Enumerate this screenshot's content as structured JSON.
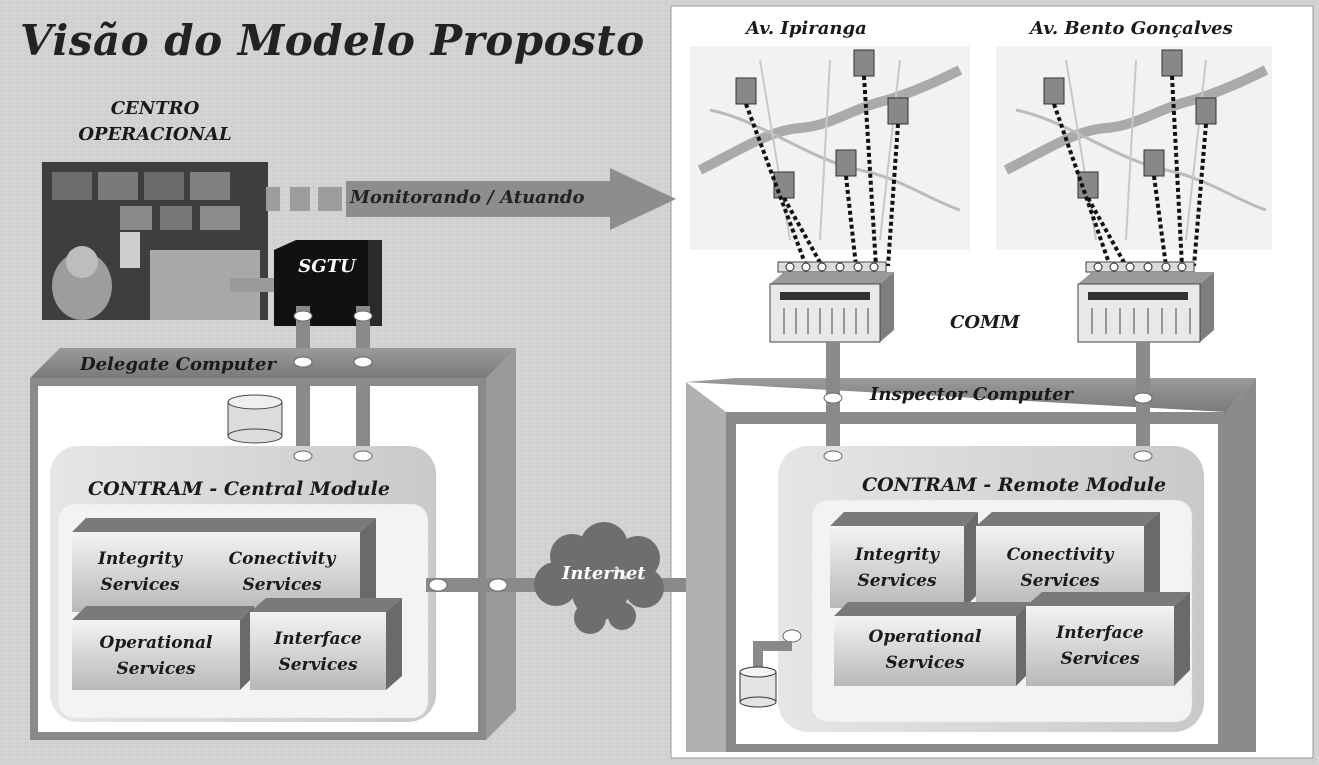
{
  "title": "Visão do Modelo Proposto",
  "centro": {
    "line1": "CENTRO",
    "line2": "OPERACIONAL"
  },
  "arrow_label": "Monitorando / Atuando",
  "sgtu": "SGTU",
  "delegate_computer": "Delegate Computer",
  "inspector_computer": "Inspector Computer",
  "comm": "COMM",
  "internet": "Internet",
  "maps": {
    "left": "Av. Ipiranga",
    "right": "Av. Bento Gonçalves"
  },
  "central_module": {
    "title": "CONTRAM  - Central Module",
    "integrity": "Integrity\nServices",
    "conectivity": "Conectivity\nServices",
    "operational": "Operational\nServices",
    "interface": "Interface\nServices"
  },
  "remote_module": {
    "title": "CONTRAM  - Remote Module",
    "integrity": "Integrity\nServices",
    "conectivity": "Conectivity\nServices",
    "operational": "Operational\nServices",
    "interface": "Interface\nServices"
  }
}
